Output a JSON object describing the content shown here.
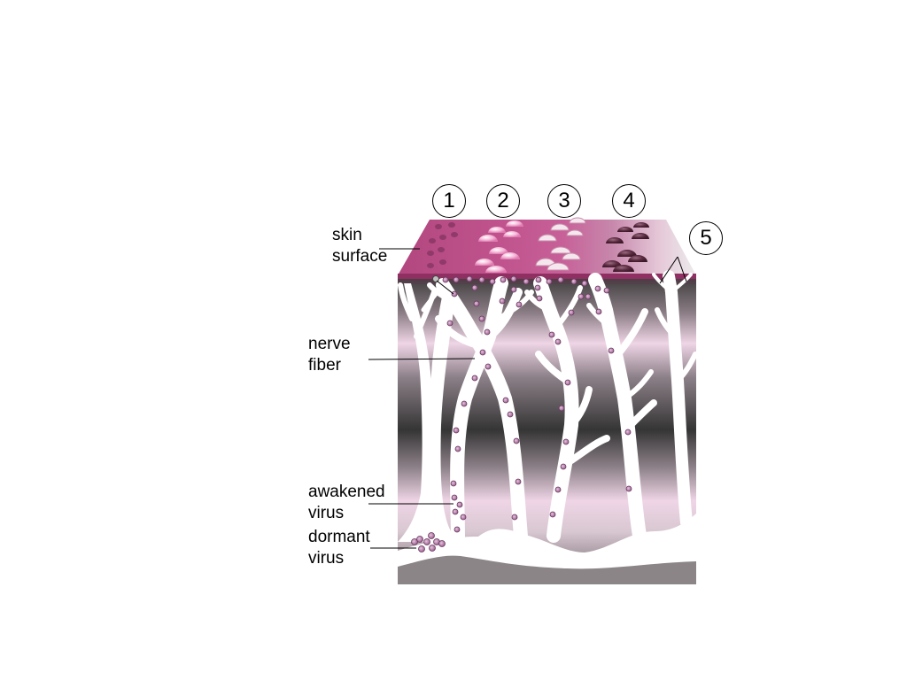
{
  "stage_numbers": [
    "1",
    "2",
    "3",
    "4",
    "5"
  ],
  "labels": {
    "skin_surface": [
      "skin",
      "surface"
    ],
    "nerve_fiber": [
      "nerve",
      "fiber"
    ],
    "awakened_virus": [
      "awakened",
      "virus"
    ],
    "dormant_virus": [
      "dormant",
      "virus"
    ]
  },
  "colors": {
    "skin_top": "#b2477f",
    "skin_light": "#e08cb8",
    "tissue_dark": "#3a3a3a",
    "tissue_pink": "#efd5e6",
    "virus_fill": "#b07aa8",
    "blister_dark": "#5a2a3f",
    "base": "#8c8587"
  }
}
